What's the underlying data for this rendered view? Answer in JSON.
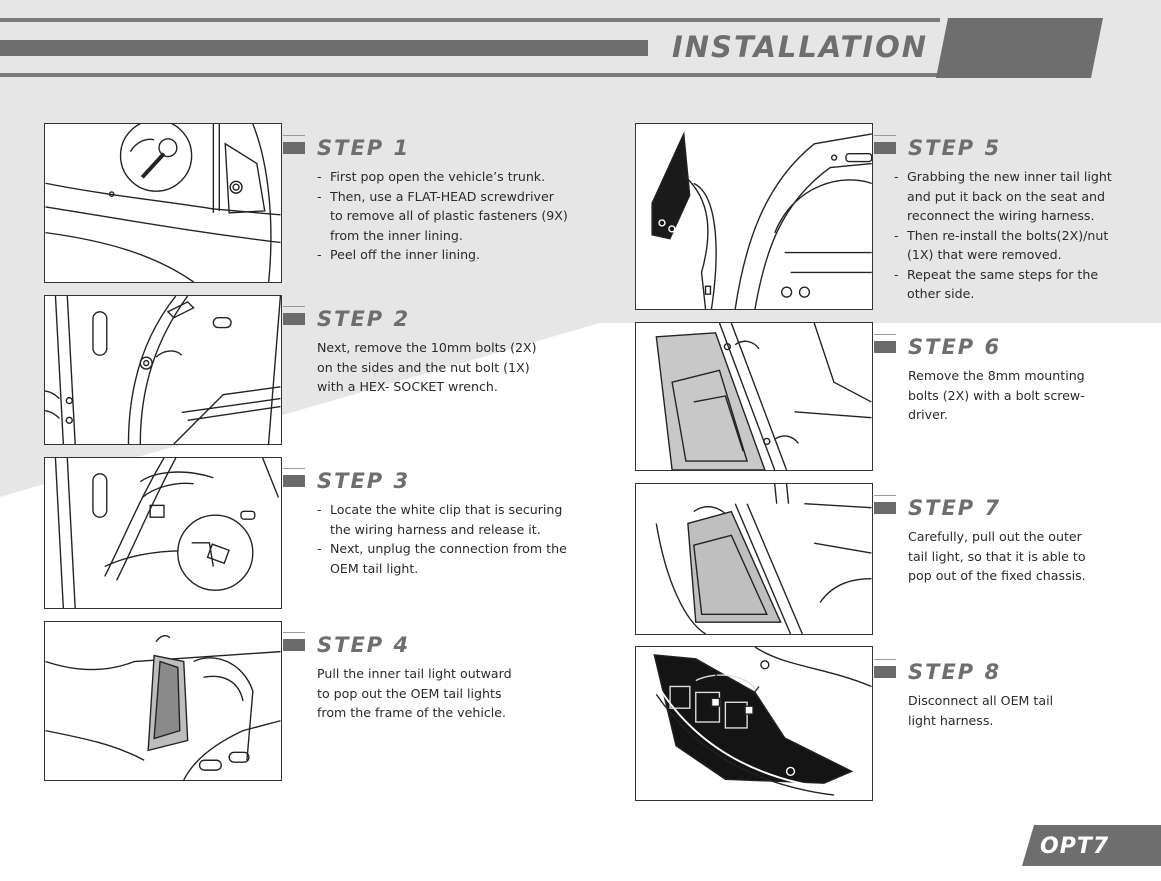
{
  "header": {
    "title": "INSTALLATION"
  },
  "brand": {
    "logo_text": "OPT7"
  },
  "steps": [
    {
      "title": "STEP 1",
      "bullets": [
        "First pop open the vehicle’s trunk.",
        "Then, use a FLAT-HEAD screwdriver to remove all of plastic fasteners (9X) from the inner lining.",
        "Peel off the inner lining."
      ]
    },
    {
      "title": "STEP 2",
      "text": "Next, remove the 10mm bolts (2X) on the sides and the nut bolt (1X) with a HEX- SOCKET wrench."
    },
    {
      "title": "STEP 3",
      "bullets": [
        "Locate the white clip that is securing the wiring harness and release it.",
        "Next, unplug the connection from the OEM tail light."
      ]
    },
    {
      "title": "STEP 4",
      "text": "Pull the inner tail light outward to pop out the OEM tail lights from the frame of the vehicle."
    },
    {
      "title": "STEP 5",
      "bullets": [
        "Grabbing the new inner tail light and put it back on the seat and reconnect the wiring harness.",
        "Then re-install the bolts(2X)/nut (1X) that were removed.",
        "Repeat the same steps for the other side."
      ]
    },
    {
      "title": "STEP 6",
      "text": "Remove the 8mm mounting bolts (2X) with a bolt screw-driver."
    },
    {
      "title": "STEP 7",
      "text": "Carefully, pull out the outer tail light, so that it is able to pop out of the fixed chassis."
    },
    {
      "title": "STEP 8",
      "text": "Disconnect all OEM tail light harness."
    }
  ],
  "colors": {
    "header_gray": "#6e6e6e",
    "band_gray": "#e6e6e6",
    "accent_bar": "#6b6b6b"
  }
}
